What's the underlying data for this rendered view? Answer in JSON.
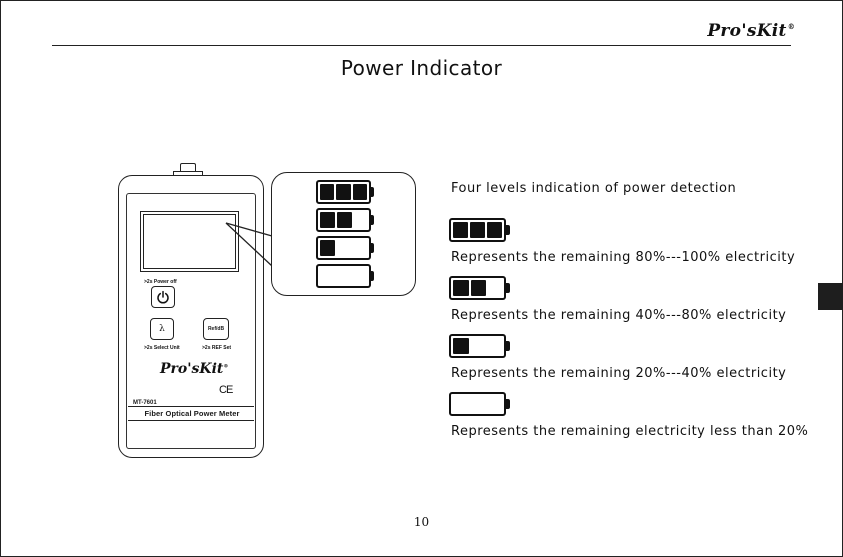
{
  "header": {
    "brand": "Pro'sKit",
    "brand_mark": "®"
  },
  "title": "Power Indicator",
  "device": {
    "power_label": ">2s Power off",
    "lambda_symbol": "λ",
    "ref_button": "Ref/dB",
    "select_unit_label": ">2s Select Unit",
    "ref_set_label": ">2s REF Set",
    "brand": "Pro'sKit",
    "brand_mark": "®",
    "ce_mark": "CE",
    "model": "MT-7601",
    "name": "Fiber Optical Power Meter"
  },
  "callout_levels": [
    3,
    2,
    1,
    0
  ],
  "intro": "Four levels indication of power detection",
  "levels": [
    {
      "cells": 3,
      "text": "Represents the remaining 80%---100% electricity"
    },
    {
      "cells": 2,
      "text": "Represents the remaining 40%---80% electricity"
    },
    {
      "cells": 1,
      "text": "Represents the remaining 20%---40% electricity"
    },
    {
      "cells": 0,
      "text": "Represents the remaining electricity less than 20%"
    }
  ],
  "page_number": "10",
  "colors": {
    "ink": "#111111",
    "tab": "#1e1e1e"
  }
}
